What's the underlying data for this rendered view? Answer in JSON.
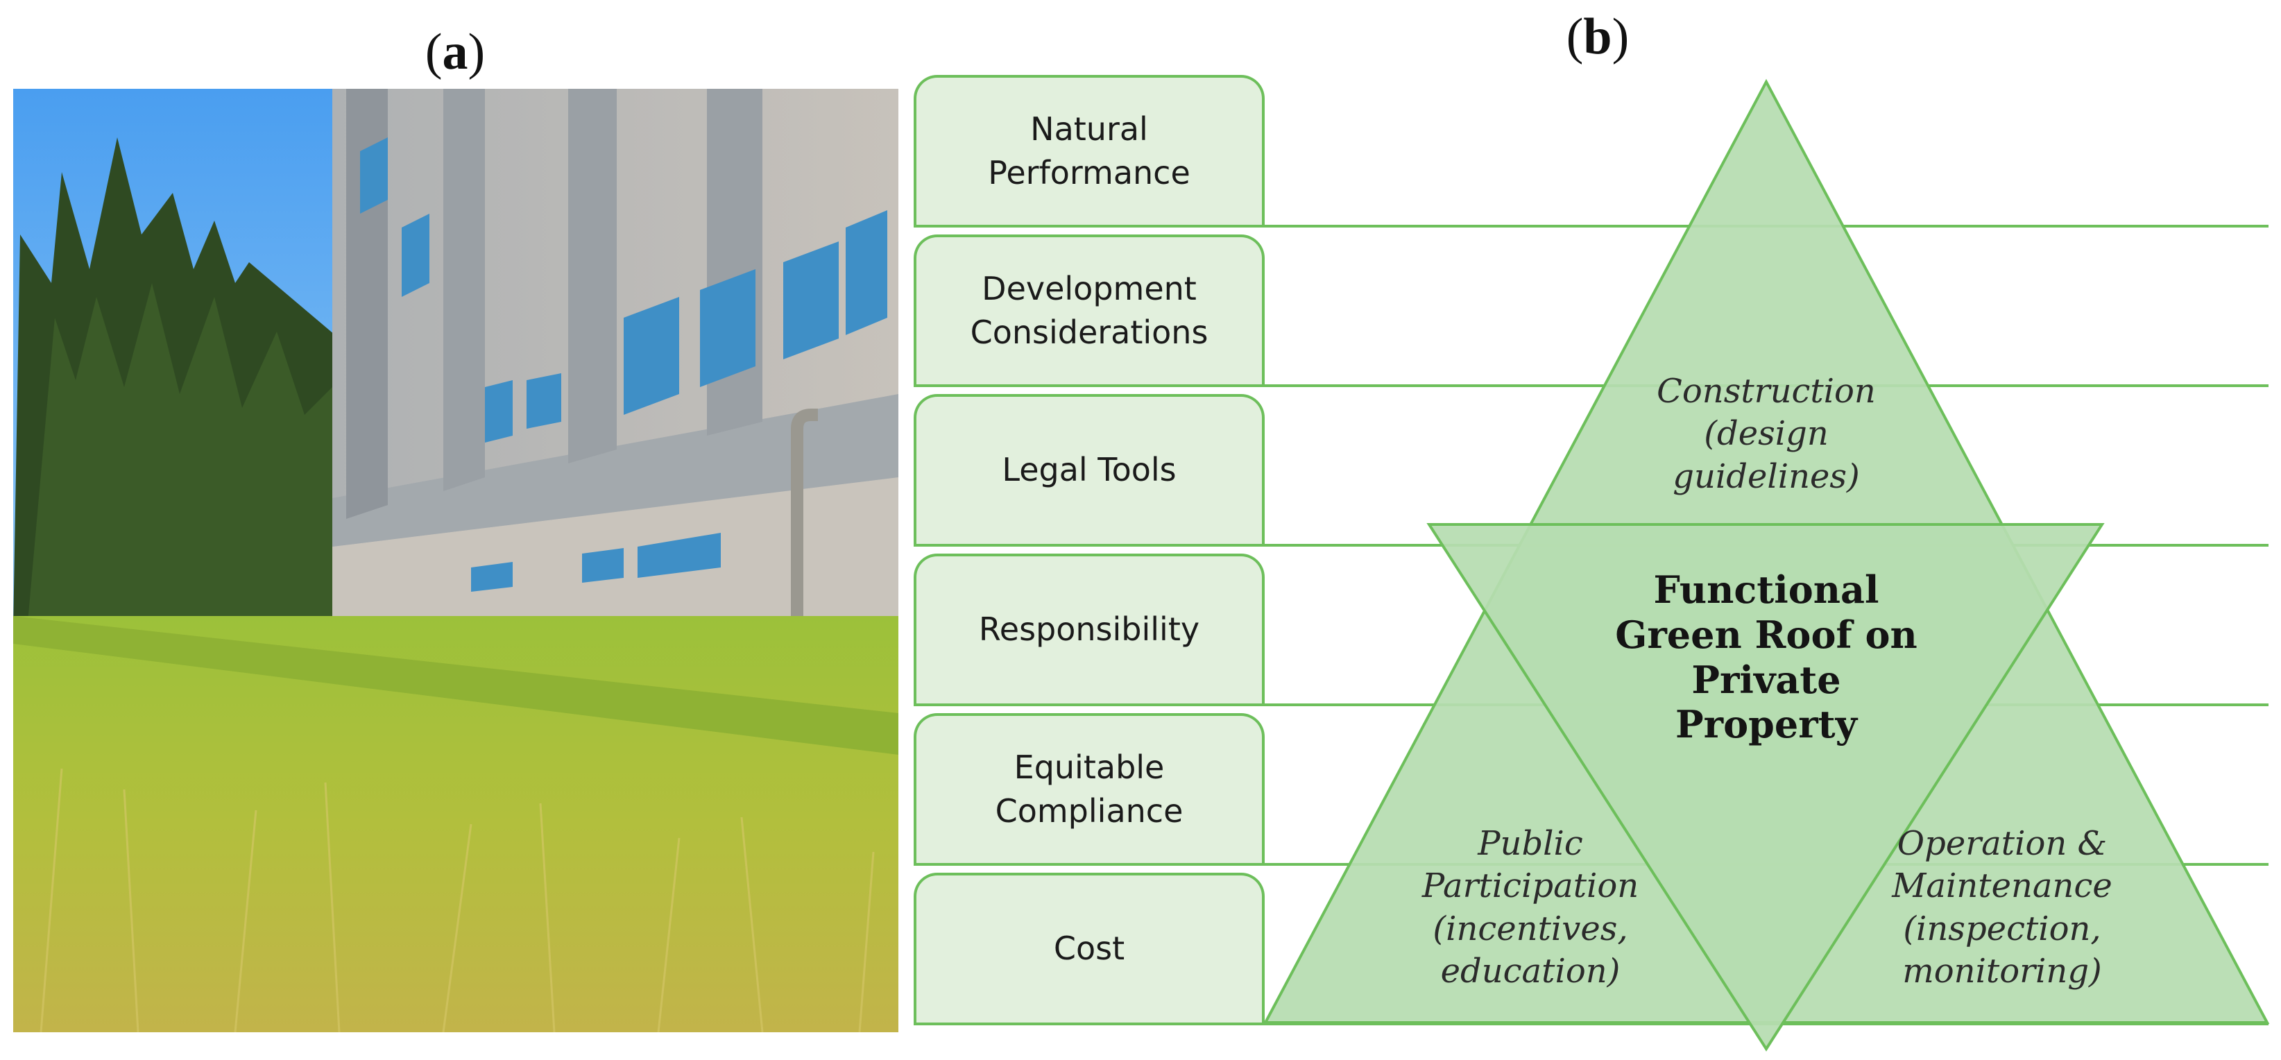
{
  "panels": {
    "a_label": "a",
    "b_label": "b"
  },
  "photo": {
    "subject": "green-roof-photo",
    "colors": {
      "sky": "#5aa8ec",
      "grass": "#a7c23e",
      "building": "#b9b6b0",
      "window": "#3f8fc6",
      "trees": "#2f4a22"
    }
  },
  "categories": [
    "Natural\nPerformance",
    "Development\nConsiderations",
    "Legal Tools",
    "Responsibility",
    "Equitable\nCompliance",
    "Cost"
  ],
  "triangle": {
    "top": "Construction\n(design\nguidelines)",
    "center": "Functional\nGreen Roof on\nPrivate\nProperty",
    "bottom_left": "Public\nParticipation\n(incentives,\neducation)",
    "bottom_right": "Operation &\nMaintenance\n(inspection,\nmonitoring)"
  },
  "colors": {
    "box_fill": "#e2f0dd",
    "line_green": "#6dbf5b",
    "triangle_fill": "#b6ddb0",
    "triangle_stroke": "#6dbf5b"
  }
}
